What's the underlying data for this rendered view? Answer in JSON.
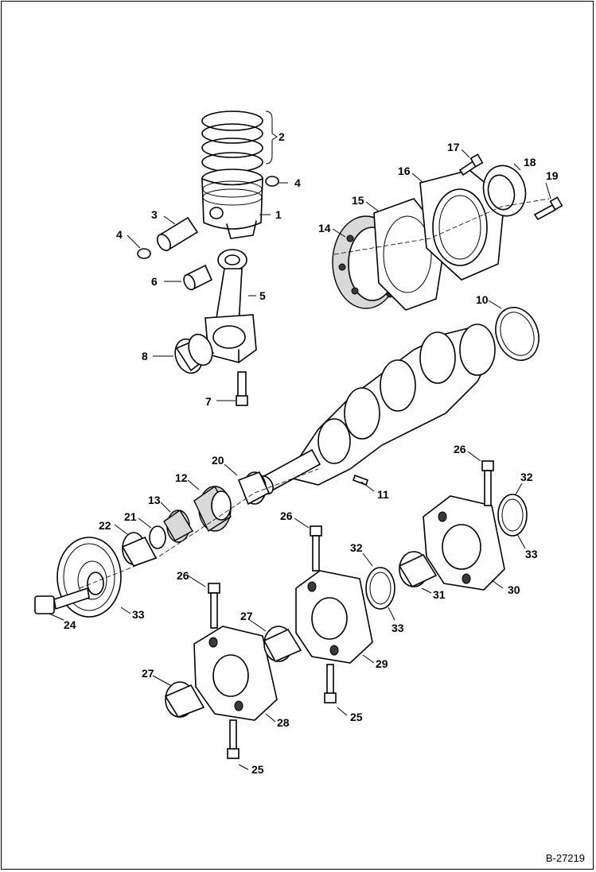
{
  "diagram": {
    "reference_code": "B-27219",
    "callouts": [
      "1",
      "2",
      "3",
      "4",
      "4",
      "5",
      "6",
      "7",
      "8",
      "10",
      "11",
      "12",
      "13",
      "14",
      "15",
      "16",
      "17",
      "18",
      "19",
      "20",
      "21",
      "22",
      "24",
      "25",
      "25",
      "26",
      "26",
      "26",
      "27",
      "27",
      "28",
      "29",
      "30",
      "31",
      "32",
      "32",
      "33",
      "33",
      "33"
    ]
  },
  "colors": {
    "line": "#000000",
    "background": "#ffffff",
    "shade": "#d9d9d9"
  }
}
